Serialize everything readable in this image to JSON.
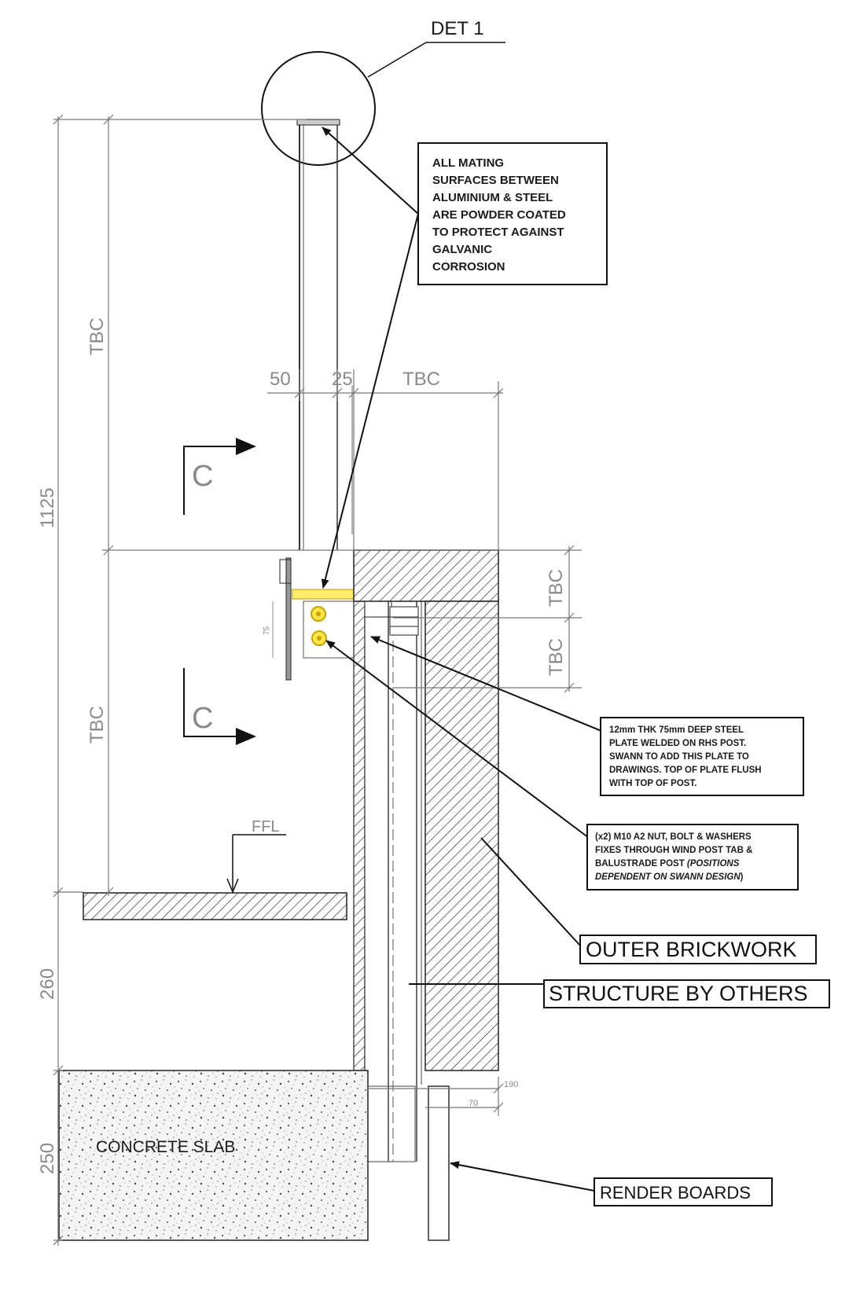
{
  "detail_label": "DET 1",
  "dimensions": {
    "overall_height": "1125",
    "upper_tbc": "TBC",
    "lower_tbc": "TBC",
    "post_width": "50",
    "gap": "25",
    "cavity_tbc": "TBC",
    "plate_tbc_top": "TBC",
    "plate_tbc_bottom": "TBC",
    "plate_depth": "75",
    "h_260": "260",
    "h_250": "250",
    "w_190": "190",
    "w_70": "70"
  },
  "section_marks": {
    "top": "C",
    "bottom": "C"
  },
  "ffl_label": "FFL",
  "slab_label": "CONCRETE SLAB",
  "notes": {
    "powder_coat": [
      "ALL MATING",
      "SURFACES BETWEEN",
      "ALUMINIUM & STEEL",
      "ARE POWDER COATED",
      "TO PROTECT AGAINST",
      "GALVANIC",
      "CORROSION"
    ],
    "steel_plate": [
      "12mm THK 75mm DEEP STEEL",
      "PLATE WELDED ON RHS POST.",
      "SWANN TO ADD THIS PLATE TO",
      "DRAWINGS. TOP OF PLATE FLUSH",
      "WITH TOP OF POST."
    ],
    "bolts": [
      "(x2) M10 A2 NUT, BOLT & WASHERS",
      "FIXES THROUGH WIND POST TAB &",
      "BALUSTRADE POST ",
      "(POSITIONS",
      "DEPENDENT ON SWANN DESIGN",
      ")"
    ]
  },
  "labels": {
    "outer_brickwork": "OUTER BRICKWORK",
    "structure_by_others": "STRUCTURE BY OTHERS",
    "render_boards": "RENDER BOARDS"
  }
}
